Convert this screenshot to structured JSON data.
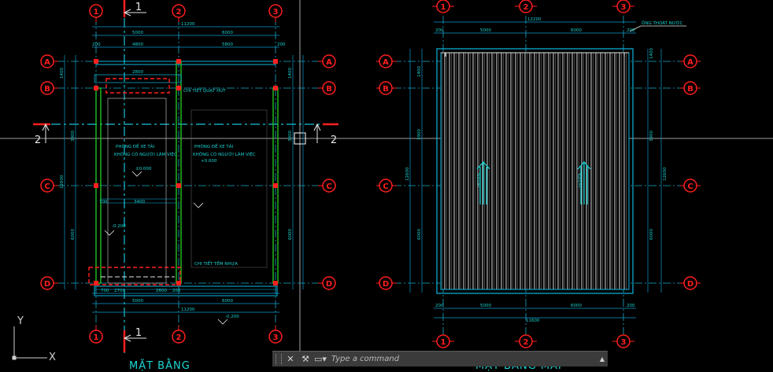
{
  "colors": {
    "background": "#000000",
    "grid_bubble": "#ff1e1e",
    "dimension": "#00b7d8",
    "wall_green": "#26c126",
    "text_cyan": "#19d2d2",
    "white": "#e6e6e6",
    "cut_red": "#ff2020"
  },
  "left_plan": {
    "title": "MẶT BẰNG",
    "grid_cols": [
      "1",
      "2",
      "3"
    ],
    "grid_rows": [
      "A",
      "B",
      "C",
      "D"
    ],
    "section_cut": [
      "1",
      "2"
    ],
    "top_dims": {
      "overall": "11200",
      "spans": [
        "5000",
        "6000"
      ],
      "sub": [
        "4800",
        "5800"
      ],
      "ends": [
        "200",
        "200"
      ]
    },
    "bottom_dims": {
      "spans": [
        "5000",
        "6000"
      ],
      "overall": "11200",
      "sub": [
        "2700",
        "2600",
        "700",
        "200"
      ]
    },
    "left_dims": {
      "spans": [
        "1400",
        "3900",
        "6000"
      ],
      "overall": "12600"
    },
    "right_dims": {
      "spans": [
        "1400",
        "3900",
        "6000"
      ]
    },
    "labels": {
      "detail_fan": "CHI TIẾT QUẠT HÚT",
      "room_left_1": "PHÒNG ĐỂ XE TẢI",
      "room_left_2": "KHÔNG CÓ NGƯỜI LÀM VIỆC",
      "room_right_1": "PHÒNG ĐỂ XE TẢI",
      "room_right_2": "KHÔNG CÓ NGƯỜI LÀM VIỆC",
      "detail_awning": "CHI TIẾT TẾM NHỰA",
      "level_1": "+0.000",
      "level_2": "±0.000",
      "level_3": "-0.200",
      "level_4": "-0.200",
      "inner_dim_1": "2800",
      "inner_dim_2": "700",
      "inner_dim_3": "3400"
    }
  },
  "right_plan": {
    "title": "MẶT BẰNG MÁI",
    "grid_cols": [
      "1",
      "2",
      "3"
    ],
    "grid_rows": [
      "A",
      "B",
      "C",
      "D"
    ],
    "top_dims": {
      "overall": "12200",
      "spans": [
        "5000",
        "6000"
      ],
      "ends": [
        "200",
        "200"
      ]
    },
    "bottom_dims": {
      "spans": [
        "5000",
        "6000"
      ],
      "overall": "11600",
      "ends": [
        "200",
        "200"
      ]
    },
    "left_dims": {
      "spans": [
        "1400",
        "3900",
        "6000"
      ],
      "overall": "12600"
    },
    "right_dims": {
      "spans": [
        "1400",
        "3900",
        "6000"
      ],
      "overall": "12600"
    },
    "labels": {
      "downpipe": "ỐNG THOÁT NƯỚC",
      "slope_left": "i=10%",
      "slope_right": "i=10%"
    }
  },
  "ucs": {
    "y_label": "Y",
    "x_label": "X"
  },
  "command_line": {
    "placeholder": "Type a command",
    "close_icon": "close-icon",
    "customize_icon": "wrench-icon",
    "recent_icon": "recent-commands-icon"
  }
}
